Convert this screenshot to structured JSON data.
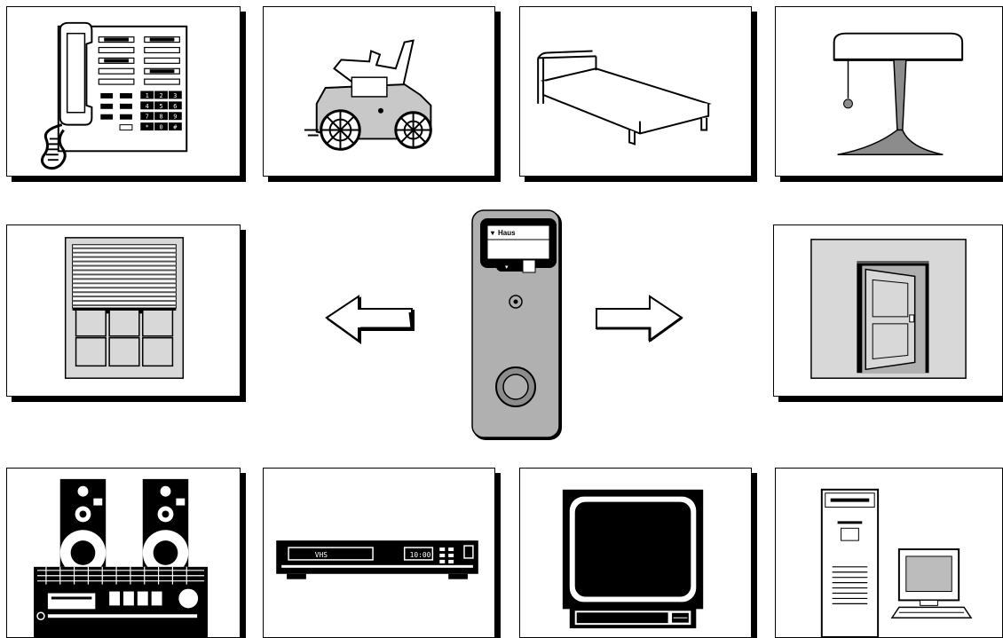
{
  "remote": {
    "display_label": "Haus",
    "display_marker": "▾",
    "selector_marker": "▾"
  },
  "vcr": {
    "tape_label": "VHS",
    "time_label": "10:00"
  },
  "keypad": [
    "1",
    "2",
    "3",
    "4",
    "5",
    "6",
    "7",
    "8",
    "9",
    "*",
    "0",
    "#"
  ],
  "colors": {
    "ink": "#000000",
    "panel_grey": "#b0b0b0",
    "light_grey": "#d8d8d8",
    "mid_grey": "#8c8c8c",
    "screen_grey": "#bcbcbc"
  }
}
